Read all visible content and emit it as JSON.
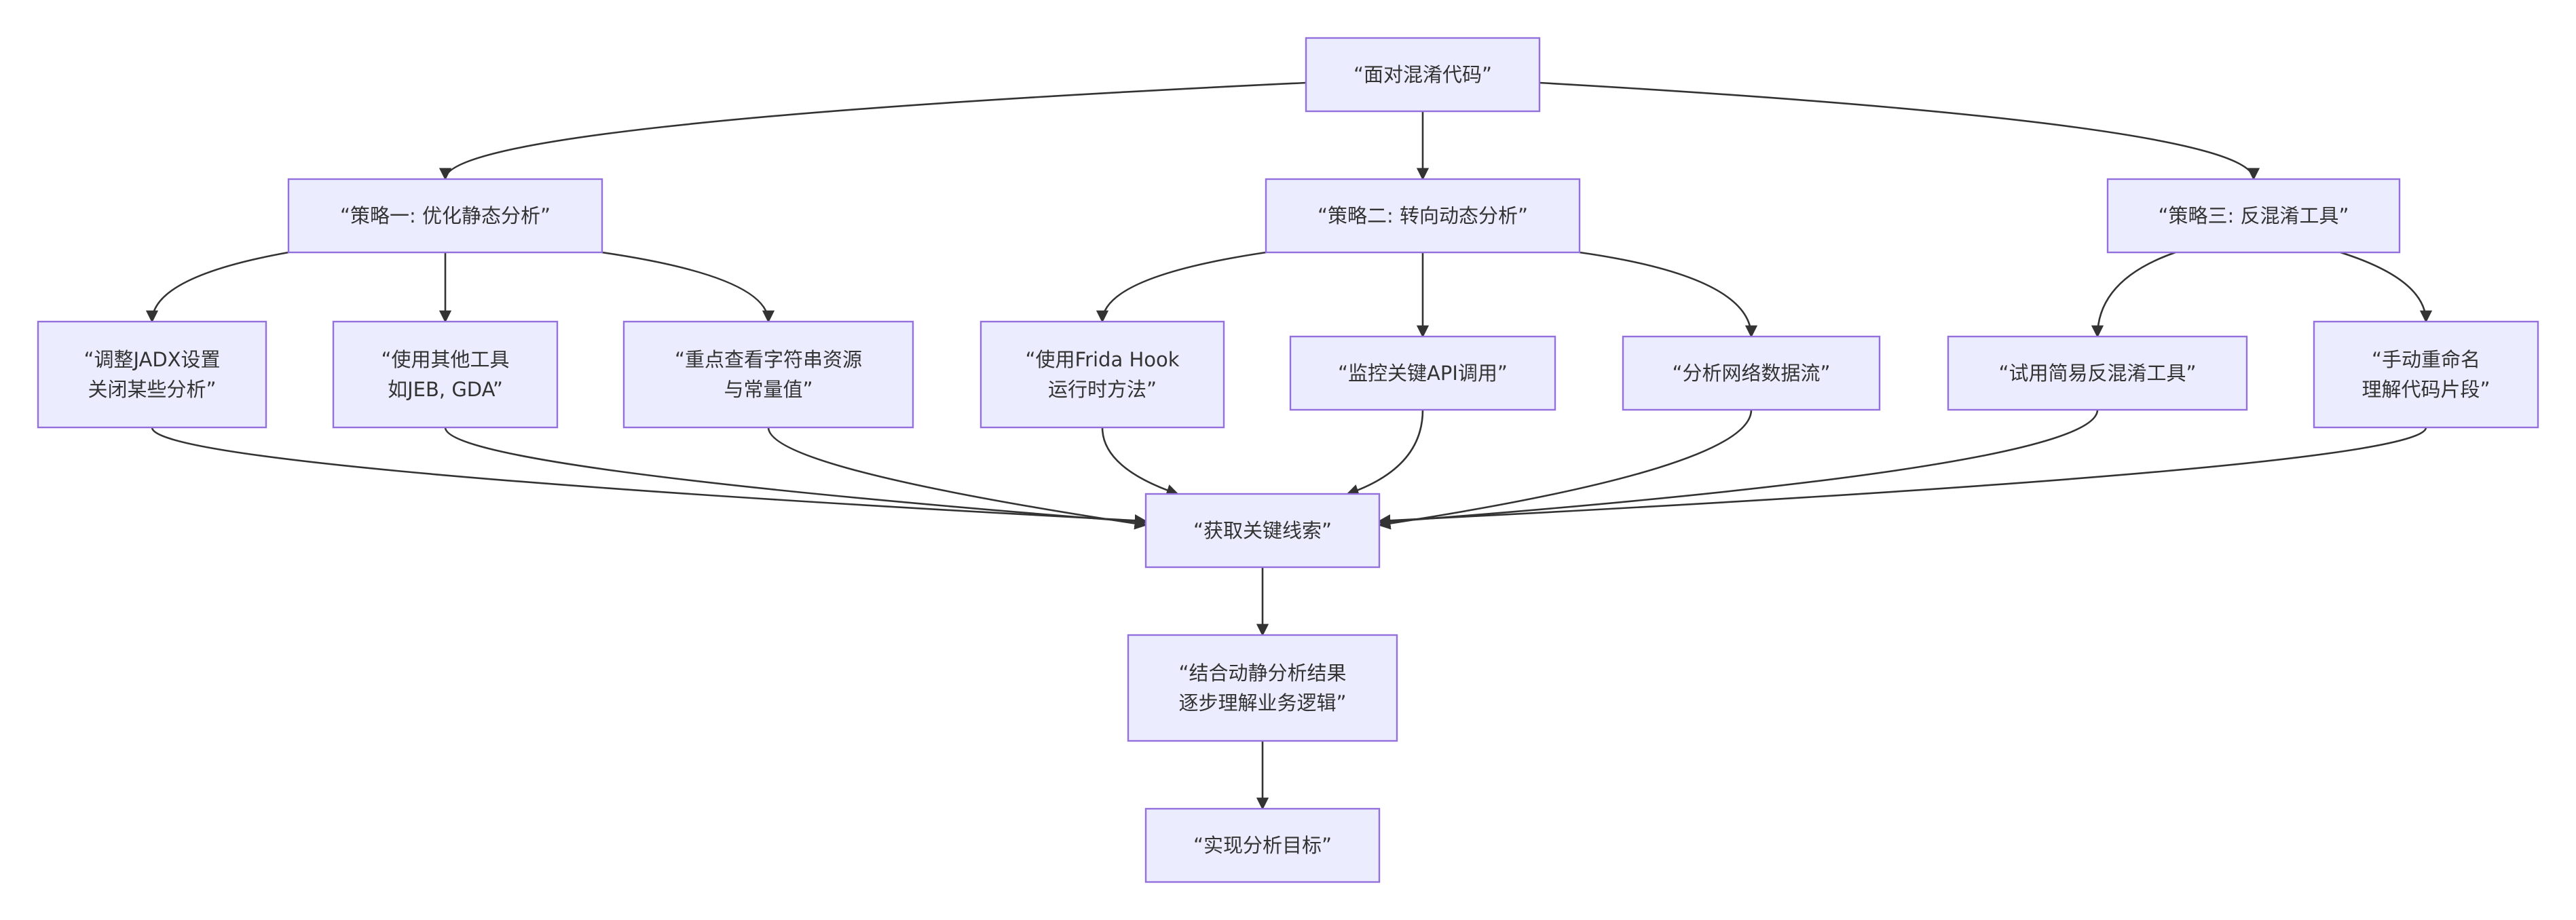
{
  "diagram": {
    "type": "flowchart-top-down",
    "colors": {
      "node_fill": "#ECECFF",
      "node_border": "#9370DB",
      "edge": "#333333",
      "text": "#333333",
      "background": "#FFFFFF"
    },
    "nodes": [
      {
        "id": "face_obfuscation",
        "lines": [
          "“面对混淆代码”"
        ]
      },
      {
        "id": "strategy_1",
        "lines": [
          "“策略一: 优化静态分析”"
        ]
      },
      {
        "id": "strategy_2",
        "lines": [
          "“策略二: 转向动态分析”"
        ]
      },
      {
        "id": "strategy_3",
        "lines": [
          "“策略三: 反混淆工具”"
        ]
      },
      {
        "id": "adjust_jadx",
        "lines": [
          "“调整JADX设置",
          "关闭某些分析”"
        ]
      },
      {
        "id": "other_tools",
        "lines": [
          "“使用其他工具",
          "如JEB, GDA”"
        ]
      },
      {
        "id": "check_strings",
        "lines": [
          "“重点查看字符串资源",
          "与常量值”"
        ]
      },
      {
        "id": "frida_hook",
        "lines": [
          "“使用Frida Hook",
          "运行时方法”"
        ]
      },
      {
        "id": "monitor_api",
        "lines": [
          "“监控关键API调用”"
        ]
      },
      {
        "id": "analyze_network",
        "lines": [
          "“分析网络数据流”"
        ]
      },
      {
        "id": "try_deobf",
        "lines": [
          "“试用简易反混淆工具”"
        ]
      },
      {
        "id": "manual_rename",
        "lines": [
          "“手动重命名",
          "理解代码片段”"
        ]
      },
      {
        "id": "get_clues",
        "lines": [
          "“获取关键线索”"
        ]
      },
      {
        "id": "combine_results",
        "lines": [
          "“结合动静分析结果",
          "逐步理解业务逻辑”"
        ]
      },
      {
        "id": "achieve_goal",
        "lines": [
          "“实现分析目标”"
        ]
      }
    ],
    "edges": [
      {
        "from": "face_obfuscation",
        "to": "strategy_1"
      },
      {
        "from": "face_obfuscation",
        "to": "strategy_2"
      },
      {
        "from": "face_obfuscation",
        "to": "strategy_3"
      },
      {
        "from": "strategy_1",
        "to": "adjust_jadx"
      },
      {
        "from": "strategy_1",
        "to": "other_tools"
      },
      {
        "from": "strategy_1",
        "to": "check_strings"
      },
      {
        "from": "strategy_2",
        "to": "frida_hook"
      },
      {
        "from": "strategy_2",
        "to": "monitor_api"
      },
      {
        "from": "strategy_2",
        "to": "analyze_network"
      },
      {
        "from": "strategy_3",
        "to": "try_deobf"
      },
      {
        "from": "strategy_3",
        "to": "manual_rename"
      },
      {
        "from": "adjust_jadx",
        "to": "get_clues"
      },
      {
        "from": "other_tools",
        "to": "get_clues"
      },
      {
        "from": "check_strings",
        "to": "get_clues"
      },
      {
        "from": "frida_hook",
        "to": "get_clues"
      },
      {
        "from": "monitor_api",
        "to": "get_clues"
      },
      {
        "from": "analyze_network",
        "to": "get_clues"
      },
      {
        "from": "try_deobf",
        "to": "get_clues"
      },
      {
        "from": "manual_rename",
        "to": "get_clues"
      },
      {
        "from": "get_clues",
        "to": "combine_results"
      },
      {
        "from": "combine_results",
        "to": "achieve_goal"
      }
    ]
  }
}
